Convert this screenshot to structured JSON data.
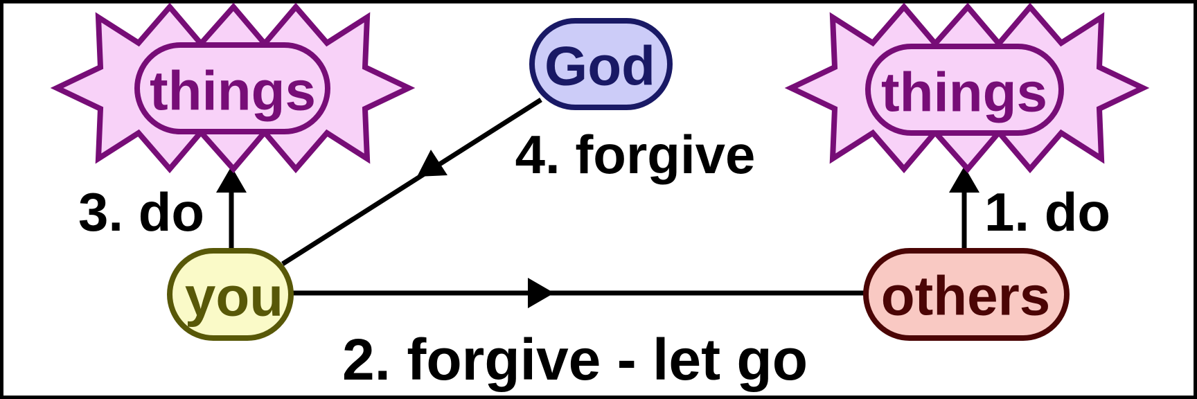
{
  "diagram": {
    "nodes": {
      "things_left": {
        "label": "things"
      },
      "things_right": {
        "label": "things"
      },
      "god": {
        "label": "God",
        "fill": "#ccccf8",
        "stroke": "#191965"
      },
      "you": {
        "label": "you",
        "fill": "#fafac8",
        "stroke": "#585808"
      },
      "others": {
        "label": "others",
        "fill": "#f9c9c3",
        "stroke": "#4b0505"
      }
    },
    "starburst": {
      "fill": "#f8d2f8",
      "stroke": "#770d77"
    },
    "arrows": [
      {
        "label": "1. do",
        "from": "others",
        "to": "things_right"
      },
      {
        "label": "2. forgive - let go",
        "from": "you",
        "to": "others"
      },
      {
        "label": "3. do",
        "from": "you",
        "to": "things_left"
      },
      {
        "label": "4. forgive",
        "from": "God",
        "to": "you"
      }
    ],
    "colors": {
      "arrow": "#000000",
      "label": "#000000",
      "background": "#ffffff",
      "frame": "#000000"
    }
  }
}
